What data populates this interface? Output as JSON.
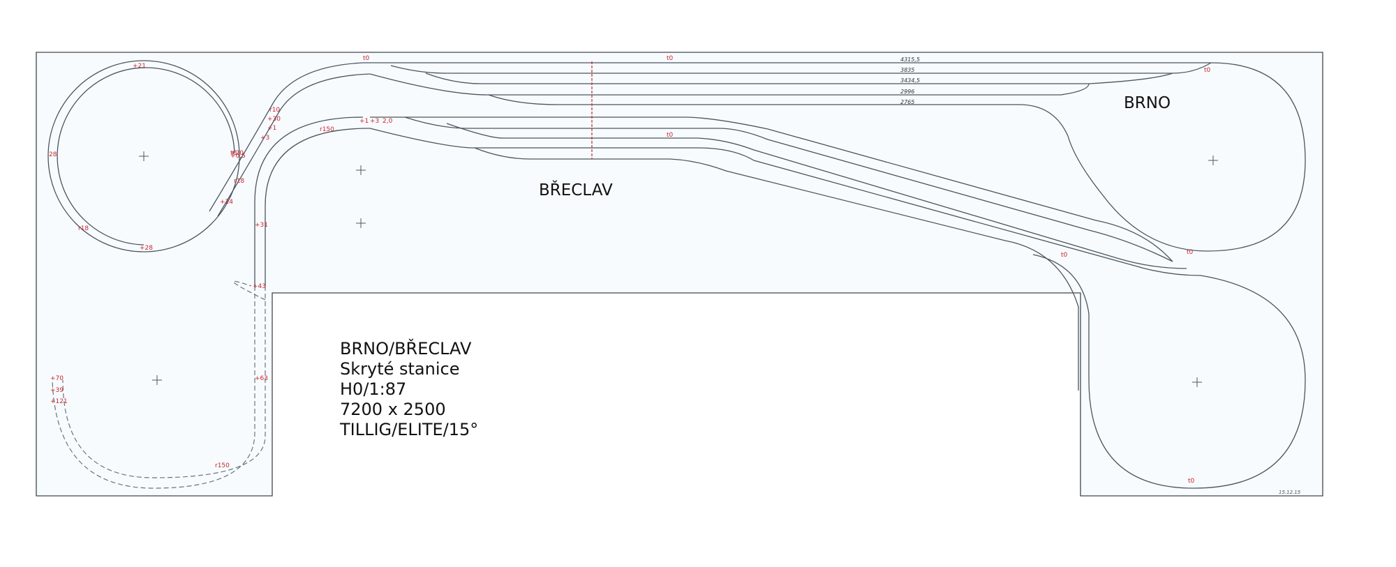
{
  "stations": {
    "breclav": "BŘECLAV",
    "brno": "BRNO"
  },
  "info": {
    "line1": "BRNO/BŘECLAV",
    "line2": "Skryté stanice",
    "line3": "H0/1:87",
    "line4": "7200 x 2500",
    "line5": "TILLIG/ELITE/15°"
  },
  "track_lengths": [
    "4315,5",
    "3835",
    "3434,5",
    "2996",
    "2765"
  ],
  "grade_labels": {
    "c1": "+21",
    "c2": "+28",
    "c3": "28",
    "c4": "r18",
    "c5": "+24",
    "c6": "r18",
    "c7": "+30",
    "c8": "+1",
    "c9": "+3",
    "c10": "r10",
    "c11": "+20",
    "c12": "r150",
    "c13": "+1",
    "c14": "+3",
    "c15": "2,0",
    "c16": "+31",
    "c17": "+43",
    "c18": "+63",
    "c19": "+70",
    "c20": "+39",
    "c21": "+121",
    "c22": "r150",
    "c23": "t0",
    "c24": "t0",
    "c25": "t0",
    "c26": "t0",
    "c27": "t0",
    "c28": "t0",
    "c29": "t0",
    "c30": "t0",
    "c31": "+0,5"
  },
  "signature": "15.12.15"
}
